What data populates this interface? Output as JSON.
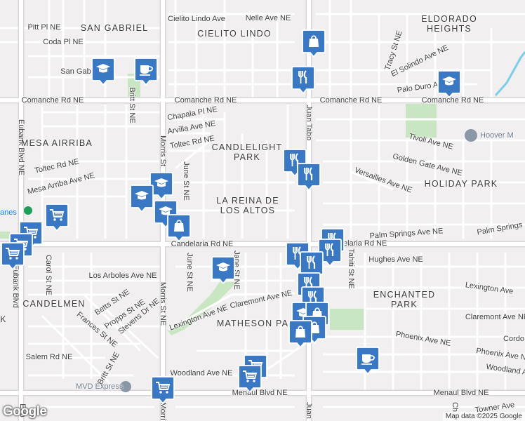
{
  "streets": {
    "pitt_pl": "Pitt Pl NE",
    "coda_pl": "Coda Pl NE",
    "cielito_lindo_ave": "Cielito Lindo Ave",
    "nelle_ave": "Nelle Ave NE",
    "comanche_rd_w": "Comanche Rd NE",
    "comanche_rd_c": "Comanche Rd NE",
    "comanche_rd_e": "Comanche Rd NE",
    "chapala_pl": "Chapala Pl NE",
    "arvilla_ave": "Arvilla Ave NE",
    "toltec_rd_c": "Toltec Rd NE",
    "toltec_rd_w": "Toltec Rd NE",
    "mesa_arriba_ave": "Mesa Arriba Ave NE",
    "eubank_blvd": "Eubank Blvd NE",
    "eubank_blvd_s": "Eubank Blvd",
    "eubank_blvd_s2": "Eub",
    "britt_st_n": "Britt St NE",
    "britt_st_s": "Britt St NE",
    "morris_st_n": "Morris St",
    "morris_st_s": "Morris St NE",
    "morris_st_b": "Morri",
    "june_st_n": "June St NE",
    "june_st_s": "June St NE",
    "jane_st": "Jane St NE",
    "juan_tabo_n": "Juan Tabo",
    "juan_tabo_s": "Juan",
    "tahiti_st": "Tahiti St NE",
    "tracy_st": "Tracy St NE",
    "el_solindo_ave": "El Solindo Ave NE",
    "palo_duro_ave": "Palo Duro A",
    "tivoli_ave": "Tivoli Ave NE",
    "golden_gate_ave": "Golden Gate Ave NE",
    "versailles_ave": "Versailles Ave NE",
    "palm_springs_ave": "Palm Springs Ave NE",
    "palm_springs_ave_e": "Palm Springs",
    "candelaria_rd_w": "Candelaria Rd NE",
    "candelaria_rd_e": "Candelaria Rd NE",
    "hughes_ave": "Hughes Ave NE",
    "lexington_ave_e": "Lexington Ave",
    "lexington_ave_w": "Lexington Ave NE",
    "claremont_ave_c": "Claremont Ave NE",
    "claremont_ave_e": "Claremont Ave NE",
    "los_arboles_ave": "Los Arboles Ave NE",
    "carol_st": "Carol St NE",
    "betts_st": "Betts St NE",
    "propps_st": "Propps St NE",
    "stevens_dr": "Stevens Dr NE",
    "frances_st": "Frances St NE",
    "salem_rd": "Salem Rd NE",
    "phoenix_ave_c": "Phoenix Ave NE",
    "phoenix_ave_e": "Phoenix Ave N",
    "cordo": "Cordo",
    "woodland_ave_c": "Woodland Ave NE",
    "woodland_ave_e": "Woodland A",
    "menaul_blvd_c": "Menaul Blvd NE",
    "menaul_blvd_e": "Menaul Blvd NE",
    "towner_ave": "Towner Ave",
    "ch": "Ch",
    "san_gab": "San Gab"
  },
  "neighborhoods": {
    "san_gabriel": "SAN GABRIEL",
    "cielito_lindo": "CIELITO LINDO",
    "eldorado_heights": "ELDORADO\nHEIGHTS",
    "mesa_airriba": "MESA AIRRIBA",
    "candlelight_park": "CANDLELIGHT\nPARK",
    "holiday_park": "HOLIDAY PARK",
    "la_reina": "LA REINA DE\nLOS ALTOS",
    "candelmen": "CANDELMEN",
    "enchanted_park": "ENCHANTED\nPARK",
    "matheson_park": "MATHESON PA"
  },
  "pois": {
    "hoover": "Hoover M",
    "mvd_express": "MVD Express",
    "lanes": "anes"
  },
  "attribution": {
    "logo": "Google",
    "copyright": "Map data ©2025 Google"
  },
  "colors": {
    "pin_fill": "#3b78c3",
    "pin_border": "#ffffff",
    "park": "#c8e6c1",
    "water": "#7ccde6",
    "road": "#ffffff",
    "road_edge": "#d6d2d6",
    "arterial": "#e6e3e8"
  },
  "icons": {
    "shopping": "shopping-bag-icon",
    "restaurant": "fork-knife-icon",
    "school": "graduation-cap-icon",
    "cafe": "coffee-cup-icon",
    "grocery": "shopping-cart-icon",
    "museum": "museum-icon",
    "government": "landmark-icon"
  }
}
